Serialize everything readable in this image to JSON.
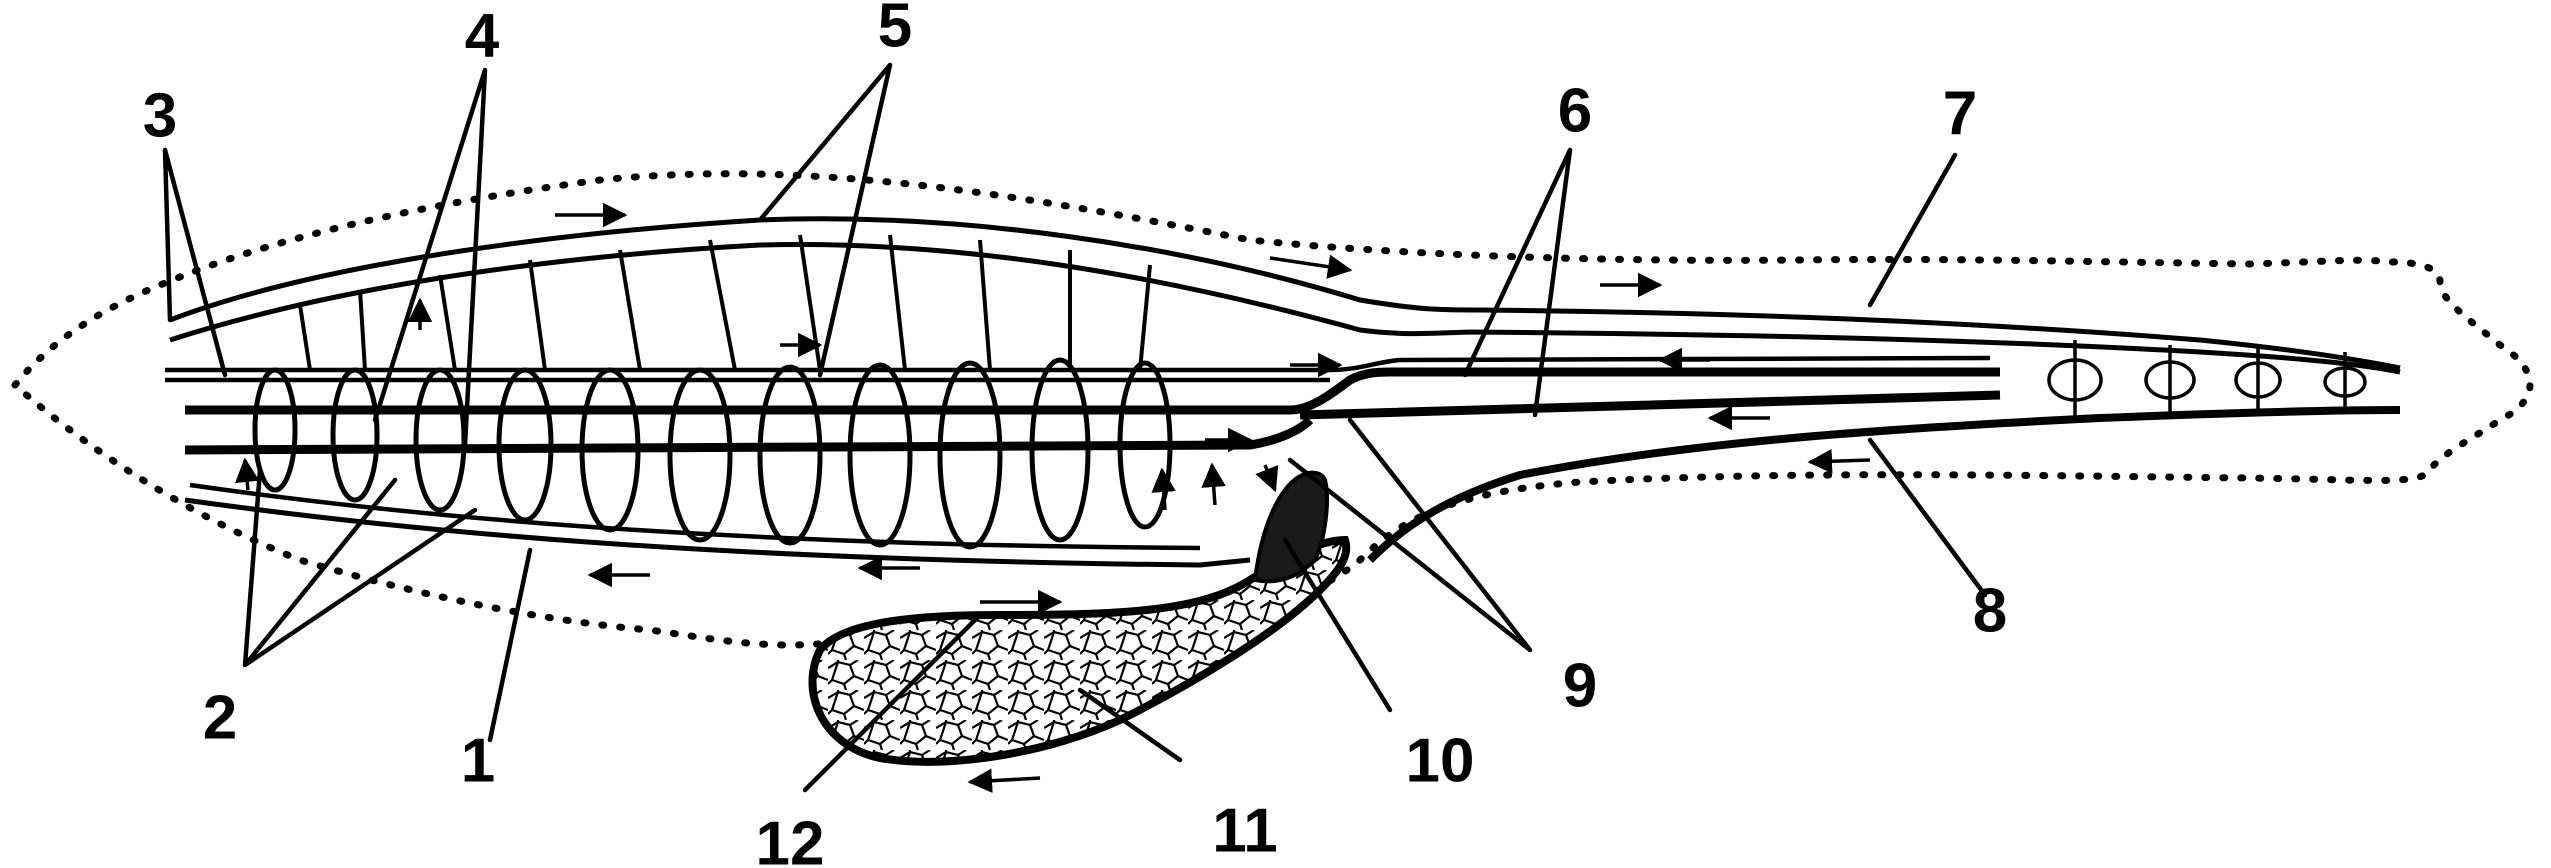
{
  "labels": {
    "l1": "1",
    "l2": "2",
    "l3": "3",
    "l4": "4",
    "l5": "5",
    "l6": "6",
    "l7": "7",
    "l8": "8",
    "l9": "9",
    "l10": "10",
    "l11": "11",
    "l12": "12"
  },
  "colors": {
    "ink": "#000000",
    "background": "#ffffff"
  }
}
